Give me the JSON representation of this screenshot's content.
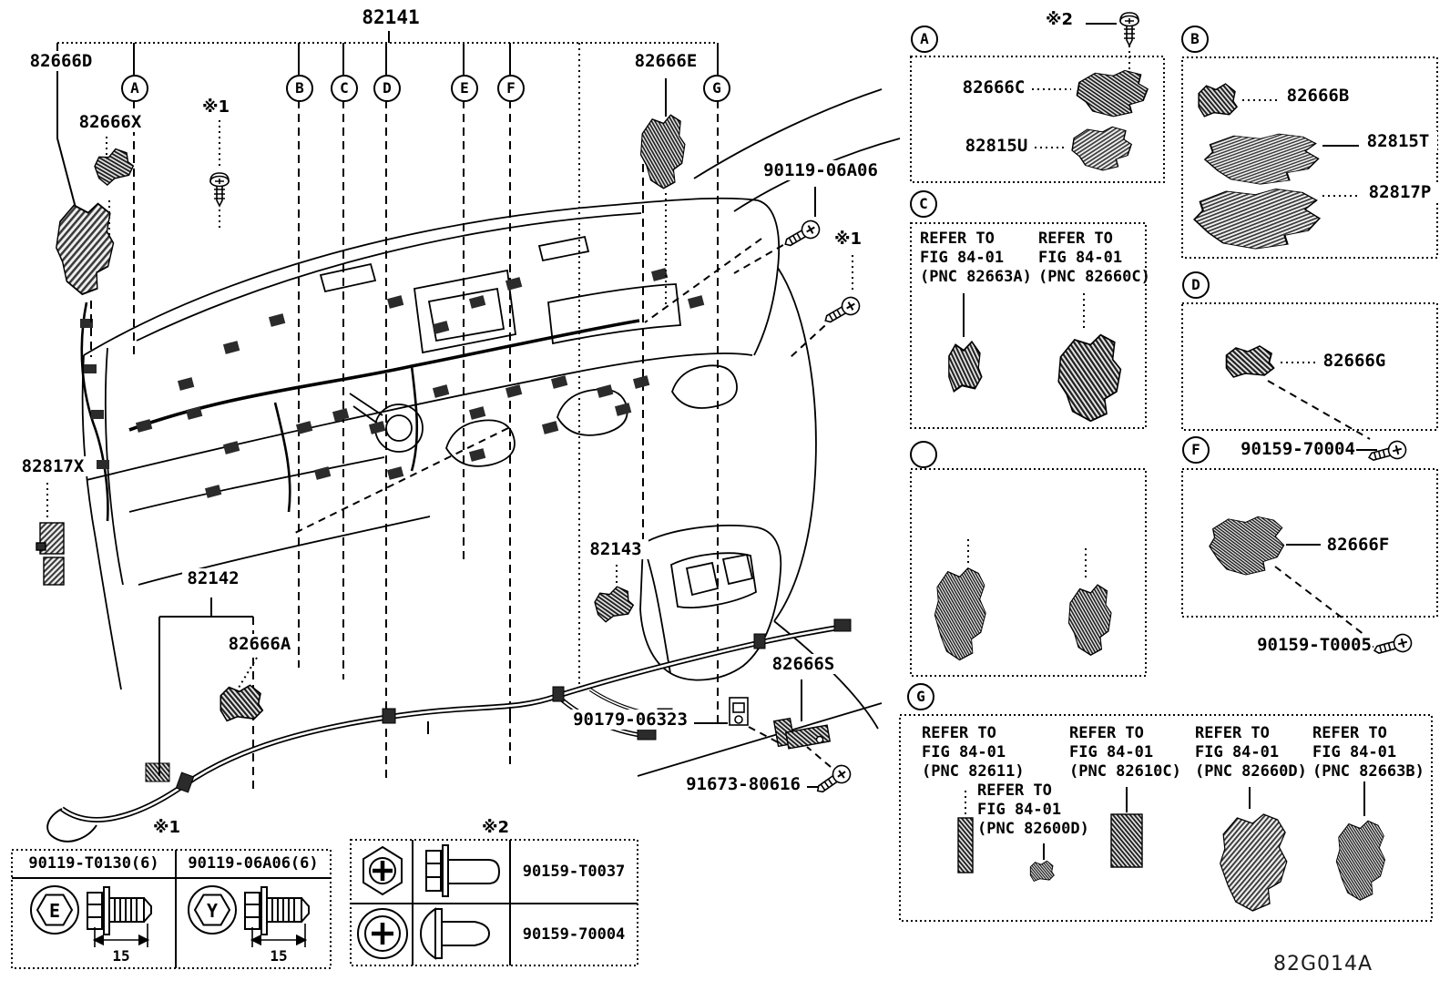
{
  "figure_code": "82G014A",
  "main": {
    "assembly": "82141",
    "labels": {
      "p82666d": "82666D",
      "p82666x": "82666X",
      "p82666e": "82666E",
      "p90119_06a06": "90119-06A06",
      "p82817x": "82817X",
      "p82142": "82142",
      "p82666a": "82666A",
      "p82143": "82143",
      "p82666s": "82666S",
      "p90179_06323": "90179-06323",
      "p91673_80616": "91673-80616"
    },
    "notes": {
      "n1": "※1",
      "n2": "※2"
    },
    "callouts": {
      "a": "A",
      "b": "B",
      "c": "C",
      "d": "D",
      "e": "E",
      "f": "F",
      "g": "G"
    }
  },
  "panels": {
    "a": {
      "letter": "A",
      "note": "※2",
      "parts": {
        "p82666c": "82666C",
        "p82815u": "82815U"
      }
    },
    "b": {
      "letter": "B",
      "parts": {
        "p82666b": "82666B",
        "p82815t": "82815T",
        "p82817p": "82817P"
      }
    },
    "c": {
      "letter": "C",
      "refs": [
        {
          "l1": "REFER TO",
          "l2": "FIG 84-01",
          "l3": "(PNC 82663A)"
        },
        {
          "l1": "REFER TO",
          "l2": "FIG 84-01",
          "l3": "(PNC 82660C)"
        }
      ]
    },
    "d": {
      "letter": "D",
      "part": "82666G"
    },
    "f_row": {
      "letter": "F",
      "screw": "90159-70004"
    },
    "f": {
      "letter": "F",
      "part": "82666F",
      "screw": "90159-T0005"
    },
    "g": {
      "letter": "G",
      "refs": [
        {
          "l1": "REFER TO",
          "l2": "FIG 84-01",
          "l3": "(PNC 82611)"
        },
        {
          "l1": "REFER TO",
          "l2": "FIG 84-01",
          "l3": "(PNC 82610C)"
        },
        {
          "l1": "REFER TO",
          "l2": "FIG 84-01",
          "l3": "(PNC 82660D)"
        },
        {
          "l1": "REFER TO",
          "l2": "FIG 84-01",
          "l3": "(PNC 82663B)"
        },
        {
          "l1": "REFER TO",
          "l2": "FIG 84-01",
          "l3": "(PNC 82600D)"
        }
      ]
    }
  },
  "tables": {
    "t1": {
      "note": "※1",
      "columns": [
        {
          "part": "90119-T0130(6)",
          "head_letter": "E",
          "length": "15"
        },
        {
          "part": "90119-06A06(6)",
          "head_letter": "Y",
          "length": "15"
        }
      ]
    },
    "t2": {
      "note": "※2",
      "rows": [
        {
          "part": "90159-T0037"
        },
        {
          "part": "90159-70004"
        }
      ]
    }
  }
}
